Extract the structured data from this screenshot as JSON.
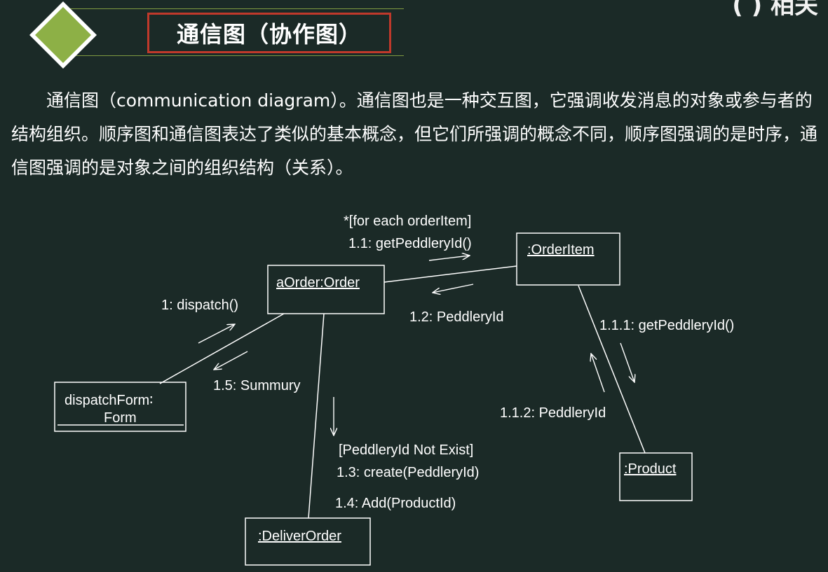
{
  "slide": {
    "corner_text": "( ) 相关",
    "title": "通信图（协作图）",
    "paragraph": "通信图（communication diagram）。通信图也是一种交互图，它强调收发消息的对象或参与者的结构组织。顺序图和通信图表达了类似的基本概念，但它们所强调的概念不同，顺序图强调的是时序，通信图强调的是对象之间的组织结构（关系）。"
  },
  "diagram": {
    "objects": {
      "aorder": "aOrder:Order",
      "orderitem": ":OrderItem",
      "dispatchform_line1": "dispatchForm∶",
      "dispatchform_line2": "Form",
      "product": ":Product",
      "deliverorder": ":DeliverOrder"
    },
    "messages": {
      "m1": "1: dispatch()",
      "m1_1_guard": "*[for each orderItem]",
      "m1_1": "1.1: getPeddleryId()",
      "m1_2": "1.2: PeddleryId",
      "m1_1_1": "1.1.1: getPeddleryId()",
      "m1_1_2": "1.1.2: PeddleryId",
      "m1_5": "1.5: Summury",
      "m1_3_guard": "[PeddleryId Not Exist]",
      "m1_3": "1.3: create(PeddleryId)",
      "m1_4": "1.4: Add(ProductId)"
    },
    "colors": {
      "background": "#1b2a27",
      "accent_green": "#8db046",
      "title_border": "#c0392b",
      "line": "#ffffff"
    }
  }
}
